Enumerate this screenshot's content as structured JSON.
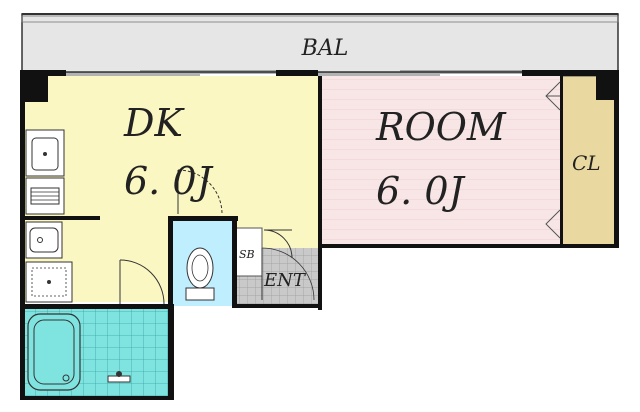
{
  "balcony": {
    "label": "BAL"
  },
  "rooms": {
    "dk": {
      "name": "DK",
      "size": "6. 0J"
    },
    "room": {
      "name": "ROOM",
      "size": "6. 0J"
    }
  },
  "closet": {
    "label": "CL"
  },
  "shoe_box": {
    "label": "SB"
  },
  "entrance": {
    "label": "ENT"
  },
  "colors": {
    "dk_floor": "#fbf7c3",
    "room_floor": "#f8e6e6",
    "closet_floor": "#e9d9a0",
    "balcony_floor": "#e6e6e6",
    "bath_floor": "#7fe3e0",
    "toilet_floor": "#bfeeff",
    "entrance_floor": "#c8c8c8",
    "wall": "#111111"
  }
}
